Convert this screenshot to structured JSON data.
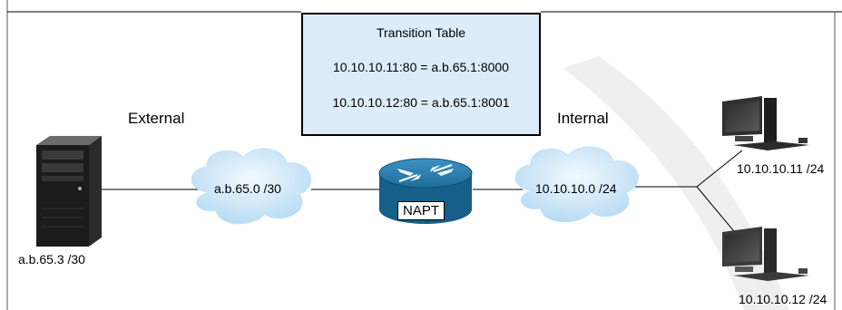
{
  "transition_table": {
    "title": "Transition Table",
    "rows": [
      "10.10.10.11:80 = a.b.65.1:8000",
      "10.10.10.12:80 = a.b.65.1:8001"
    ]
  },
  "zones": {
    "external": "External",
    "internal": "Internal"
  },
  "server": {
    "label": "a.b.65.3 /30"
  },
  "cloud_external": {
    "label": "a.b.65.0 /30"
  },
  "cloud_internal": {
    "label": "10.10.10.0 /24"
  },
  "router": {
    "label": "NAPT"
  },
  "pc1": {
    "label": "10.10.10.11 /24"
  },
  "pc2": {
    "label": "10.10.10.12 /24"
  },
  "colors": {
    "box_fill": "#dcecf8",
    "cloud": "#bfe0f6",
    "router": "#1d6f9a",
    "watermark": "#eeeeee"
  }
}
